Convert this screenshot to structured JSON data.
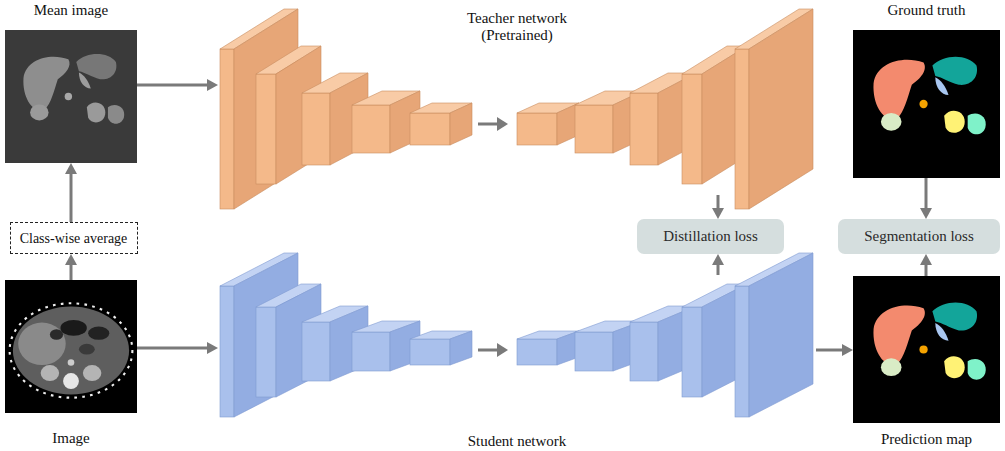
{
  "diagram": {
    "nodes": [
      {
        "text": [
          "Mean image"
        ]
      },
      {
        "text": [
          "Teacher network (Pretrained)"
        ]
      },
      {
        "text": [
          "Ground truth"
        ]
      },
      {
        "text": [
          "Class-wise average"
        ]
      },
      {
        "text": [
          "Distillation loss"
        ]
      },
      {
        "text": [
          "Segmentation loss"
        ]
      },
      {
        "text": [
          "Image"
        ]
      },
      {
        "text": [
          "Student network"
        ]
      },
      {
        "text": [
          "Prediction map"
        ]
      }
    ],
    "edges": [
      {
        "from": 6,
        "to": 3,
        "arrow": "to"
      },
      {
        "from": 3,
        "to": 0,
        "arrow": "to"
      },
      {
        "from": 0,
        "to": 1,
        "arrow": "to"
      },
      {
        "from": 6,
        "to": 7,
        "arrow": "to"
      },
      {
        "from": 1,
        "to": 4,
        "arrow": "to"
      },
      {
        "from": 7,
        "to": 4,
        "arrow": "to"
      },
      {
        "from": 7,
        "to": 8,
        "arrow": "to"
      },
      {
        "from": 2,
        "to": 5,
        "arrow": "to"
      },
      {
        "from": 8,
        "to": 5,
        "arrow": "to"
      }
    ]
  }
}
